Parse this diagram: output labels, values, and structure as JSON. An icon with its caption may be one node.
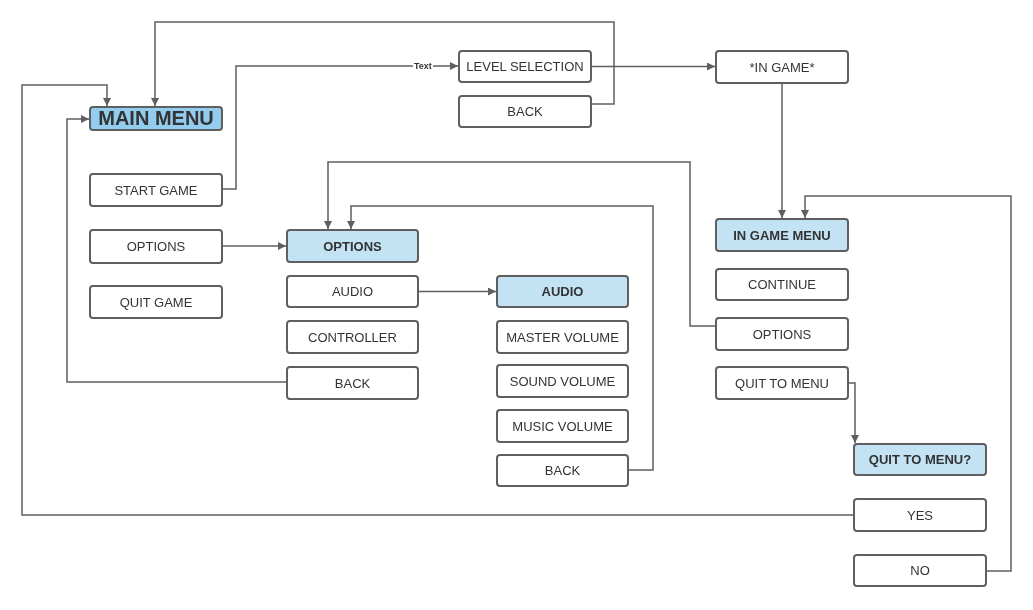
{
  "diagram": {
    "nodes": [
      {
        "text": [
          "MAIN MENU"
        ]
      },
      {
        "text": [
          "START GAME"
        ]
      },
      {
        "text": [
          "OPTIONS"
        ]
      },
      {
        "text": [
          "QUIT GAME"
        ]
      },
      {
        "text": [
          "LEVEL SELECTION"
        ]
      },
      {
        "text": [
          "BACK"
        ]
      },
      {
        "text": [
          "*IN GAME*"
        ]
      },
      {
        "text": [
          "OPTIONS"
        ]
      },
      {
        "text": [
          "AUDIO"
        ]
      },
      {
        "text": [
          "CONTROLLER"
        ]
      },
      {
        "text": [
          "BACK"
        ]
      },
      {
        "text": [
          "AUDIO"
        ]
      },
      {
        "text": [
          "MASTER VOLUME"
        ]
      },
      {
        "text": [
          "SOUND VOLUME"
        ]
      },
      {
        "text": [
          "MUSIC VOLUME"
        ]
      },
      {
        "text": [
          "BACK"
        ]
      },
      {
        "text": [
          "IN GAME MENU"
        ]
      },
      {
        "text": [
          "CONTINUE"
        ]
      },
      {
        "text": [
          "OPTIONS"
        ]
      },
      {
        "text": [
          "QUIT TO MENU"
        ]
      },
      {
        "text": [
          "QUIT TO MENU?"
        ]
      },
      {
        "text": [
          "YES"
        ]
      },
      {
        "text": [
          "NO"
        ]
      }
    ],
    "edges": [
      {
        "from": 1,
        "to": 4,
        "arrow": "to",
        "label": "Text"
      },
      {
        "from": 4,
        "to": 6,
        "arrow": "to"
      },
      {
        "from": 5,
        "to": 0,
        "arrow": "to"
      },
      {
        "from": 6,
        "to": 16,
        "arrow": "to"
      },
      {
        "from": 2,
        "to": 7,
        "arrow": "to"
      },
      {
        "from": 8,
        "to": 11,
        "arrow": "to"
      },
      {
        "from": 10,
        "to": 0,
        "arrow": "to"
      },
      {
        "from": 15,
        "to": 7,
        "arrow": "to"
      },
      {
        "from": 18,
        "to": 7,
        "arrow": "to"
      },
      {
        "from": 19,
        "to": 20,
        "arrow": "to"
      },
      {
        "from": 21,
        "to": 0,
        "arrow": "to"
      },
      {
        "from": 22,
        "to": 16,
        "arrow": "to"
      }
    ]
  }
}
